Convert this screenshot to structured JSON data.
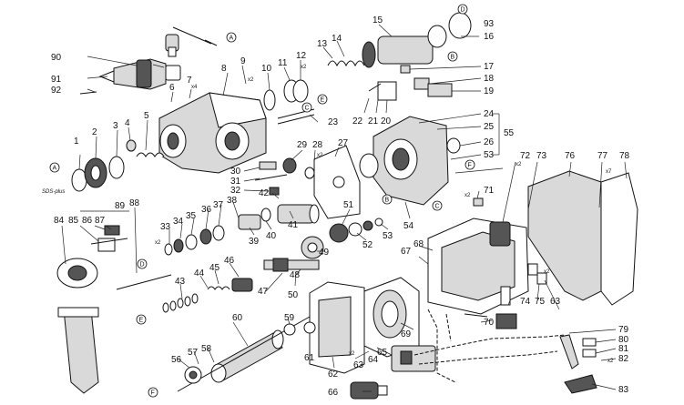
{
  "figure": {
    "items": [
      {
        "id": "1",
        "label": "1"
      },
      {
        "id": "2",
        "label": "2"
      },
      {
        "id": "3",
        "label": "3"
      },
      {
        "id": "4",
        "label": "4"
      },
      {
        "id": "5",
        "label": "5"
      },
      {
        "id": "6",
        "label": "6"
      },
      {
        "id": "7",
        "label": "7"
      },
      {
        "id": "8",
        "label": "8"
      },
      {
        "id": "9",
        "label": "9"
      },
      {
        "id": "10",
        "label": "10"
      },
      {
        "id": "11",
        "label": "11"
      },
      {
        "id": "12",
        "label": "12"
      },
      {
        "id": "13",
        "label": "13"
      },
      {
        "id": "14",
        "label": "14"
      },
      {
        "id": "15",
        "label": "15"
      },
      {
        "id": "16",
        "label": "16"
      },
      {
        "id": "17",
        "label": "17"
      },
      {
        "id": "18",
        "label": "18"
      },
      {
        "id": "19",
        "label": "19"
      },
      {
        "id": "20",
        "label": "20"
      },
      {
        "id": "21",
        "label": "21"
      },
      {
        "id": "22",
        "label": "22"
      },
      {
        "id": "23",
        "label": "23"
      },
      {
        "id": "24",
        "label": "24"
      },
      {
        "id": "25",
        "label": "25"
      },
      {
        "id": "26",
        "label": "26"
      },
      {
        "id": "27",
        "label": "27"
      },
      {
        "id": "28",
        "label": "28"
      },
      {
        "id": "29",
        "label": "29"
      },
      {
        "id": "30",
        "label": "30"
      },
      {
        "id": "31",
        "label": "31"
      },
      {
        "id": "32",
        "label": "32"
      },
      {
        "id": "33",
        "label": "33"
      },
      {
        "id": "34",
        "label": "34"
      },
      {
        "id": "35",
        "label": "35"
      },
      {
        "id": "36",
        "label": "36"
      },
      {
        "id": "37",
        "label": "37"
      },
      {
        "id": "38",
        "label": "38"
      },
      {
        "id": "39",
        "label": "39"
      },
      {
        "id": "40",
        "label": "40"
      },
      {
        "id": "41",
        "label": "41"
      },
      {
        "id": "42",
        "label": "42"
      },
      {
        "id": "43",
        "label": "43"
      },
      {
        "id": "44",
        "label": "44"
      },
      {
        "id": "45",
        "label": "45"
      },
      {
        "id": "46",
        "label": "46"
      },
      {
        "id": "47",
        "label": "47"
      },
      {
        "id": "48",
        "label": "48"
      },
      {
        "id": "49",
        "label": "49"
      },
      {
        "id": "50",
        "label": "50"
      },
      {
        "id": "51",
        "label": "51"
      },
      {
        "id": "52",
        "label": "52"
      },
      {
        "id": "53a",
        "label": "53"
      },
      {
        "id": "53b",
        "label": "53"
      },
      {
        "id": "54",
        "label": "54"
      },
      {
        "id": "55",
        "label": "55"
      },
      {
        "id": "56",
        "label": "56"
      },
      {
        "id": "57",
        "label": "57"
      },
      {
        "id": "58",
        "label": "58"
      },
      {
        "id": "59",
        "label": "59"
      },
      {
        "id": "60",
        "label": "60"
      },
      {
        "id": "61",
        "label": "61"
      },
      {
        "id": "62",
        "label": "62"
      },
      {
        "id": "63a",
        "label": "63"
      },
      {
        "id": "63b",
        "label": "63"
      },
      {
        "id": "64",
        "label": "64"
      },
      {
        "id": "65",
        "label": "65"
      },
      {
        "id": "66",
        "label": "66"
      },
      {
        "id": "67",
        "label": "67"
      },
      {
        "id": "68",
        "label": "68"
      },
      {
        "id": "69",
        "label": "69"
      },
      {
        "id": "70",
        "label": "70"
      },
      {
        "id": "71",
        "label": "71"
      },
      {
        "id": "72",
        "label": "72"
      },
      {
        "id": "73",
        "label": "73"
      },
      {
        "id": "74",
        "label": "74"
      },
      {
        "id": "75",
        "label": "75"
      },
      {
        "id": "76",
        "label": "76"
      },
      {
        "id": "77",
        "label": "77"
      },
      {
        "id": "78",
        "label": "78"
      },
      {
        "id": "79",
        "label": "79"
      },
      {
        "id": "80",
        "label": "80"
      },
      {
        "id": "81",
        "label": "81"
      },
      {
        "id": "82",
        "label": "82"
      },
      {
        "id": "83",
        "label": "83"
      },
      {
        "id": "84",
        "label": "84"
      },
      {
        "id": "85",
        "label": "85"
      },
      {
        "id": "86",
        "label": "86"
      },
      {
        "id": "87",
        "label": "87"
      },
      {
        "id": "88",
        "label": "88"
      },
      {
        "id": "89",
        "label": "89"
      },
      {
        "id": "90",
        "label": "90"
      },
      {
        "id": "91",
        "label": "91"
      },
      {
        "id": "92",
        "label": "92"
      },
      {
        "id": "93",
        "label": "93"
      }
    ],
    "refs": {
      "A": "A",
      "B": "B",
      "C": "C",
      "D": "D",
      "E": "E",
      "F": "F"
    },
    "quantities": {
      "x2": "x2",
      "x4": "x4",
      "x7": "x7"
    },
    "notes": {
      "sds_plus": "SDS-plus"
    }
  }
}
